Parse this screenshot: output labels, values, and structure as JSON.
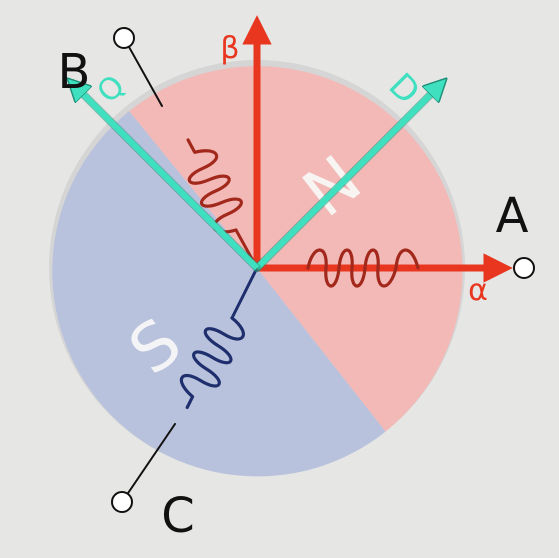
{
  "labels": {
    "phase_a": "A",
    "phase_b": "B",
    "phase_c": "C",
    "alpha": "α",
    "beta": "β",
    "d_axis": "D",
    "q_axis": "Q",
    "north": "N",
    "south": "S"
  },
  "colors": {
    "background": "#e6e6e4",
    "rotor_north": "#f2b9b7",
    "rotor_south": "#b9c2dd",
    "rotor_rim": "#d5d5d5",
    "alpha_beta_axes": "#e8361f",
    "dq_axes": "#3fe0c0",
    "coil_red": "#a2281c",
    "coil_blue": "#1f2f6e",
    "wire": "#111111"
  }
}
